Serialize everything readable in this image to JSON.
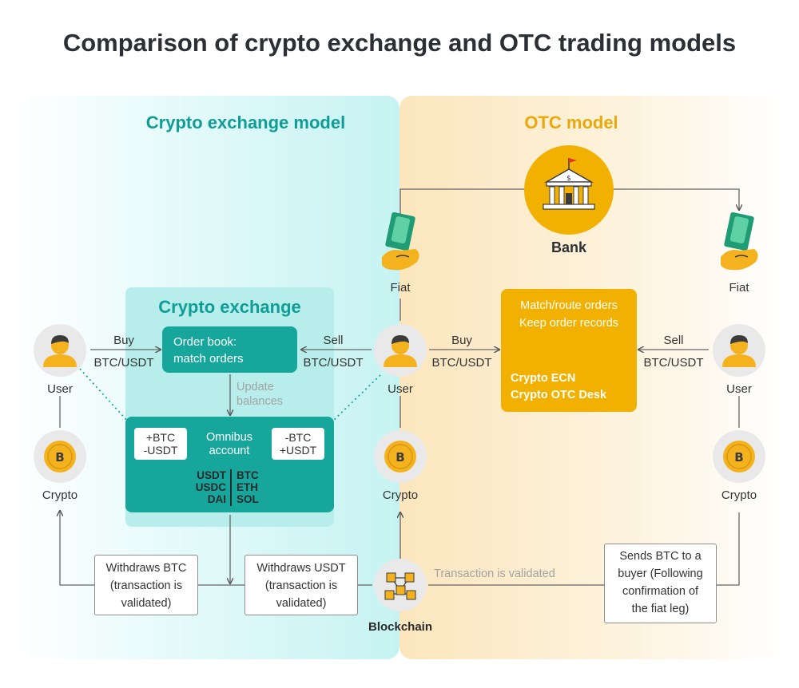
{
  "title": "Comparison of crypto exchange and OTC trading models",
  "left_model": {
    "heading": "Crypto exchange model",
    "exchange_heading": "Crypto exchange",
    "order_book": [
      "Order book:",
      "match orders"
    ],
    "update_balances": [
      "Update",
      "balances"
    ],
    "omnibus": {
      "label": [
        "Omnibus",
        "account"
      ],
      "left_chip": [
        "+BTC",
        "-USDT"
      ],
      "right_chip": [
        "-BTC",
        "+USDT"
      ],
      "assets_left": [
        "USDT",
        "USDC",
        "DAI"
      ],
      "assets_right": [
        "BTC",
        "ETH",
        "SOL"
      ]
    },
    "buy_label": "Buy",
    "buy_pair": "BTC/USDT",
    "sell_label": "Sell",
    "sell_pair": "BTC/USDT",
    "user_label": "User",
    "crypto_label": "Crypto",
    "withdraw_btc": [
      "Withdraws BTC",
      "(transaction is",
      "validated)"
    ],
    "withdraw_usdt": [
      "Withdraws USDT",
      "(transaction is",
      "validated)"
    ]
  },
  "center": {
    "fiat_label": "Fiat",
    "user_label": "User",
    "crypto_label": "Crypto",
    "blockchain_label": "Blockchain"
  },
  "right_model": {
    "heading": "OTC model",
    "bank_label": "Bank",
    "fiat_label": "Fiat",
    "buy_label": "Buy",
    "buy_pair": "BTC/USDT",
    "sell_label": "Sell",
    "sell_pair": "BTC/USDT",
    "otc_lines": [
      "Match/route orders",
      "Keep order records"
    ],
    "otc_names": [
      "Crypto ECN",
      "Crypto OTC Desk"
    ],
    "user_label": "User",
    "crypto_label": "Crypto",
    "tx_validated": "Transaction is validated",
    "sends_btc": [
      "Sends BTC to a",
      "buyer (Following",
      "confirmation of",
      "the fiat leg)"
    ]
  },
  "colors": {
    "teal": "#16a69c",
    "teal_heading": "#0f9d95",
    "gold": "#f2b000",
    "gold_heading": "#e9a80c",
    "user_yellow": "#f5b21f"
  },
  "icons": [
    "user-icon",
    "bitcoin-coin-icon",
    "bank-icon",
    "cash-hand-icon",
    "blockchain-icon"
  ]
}
